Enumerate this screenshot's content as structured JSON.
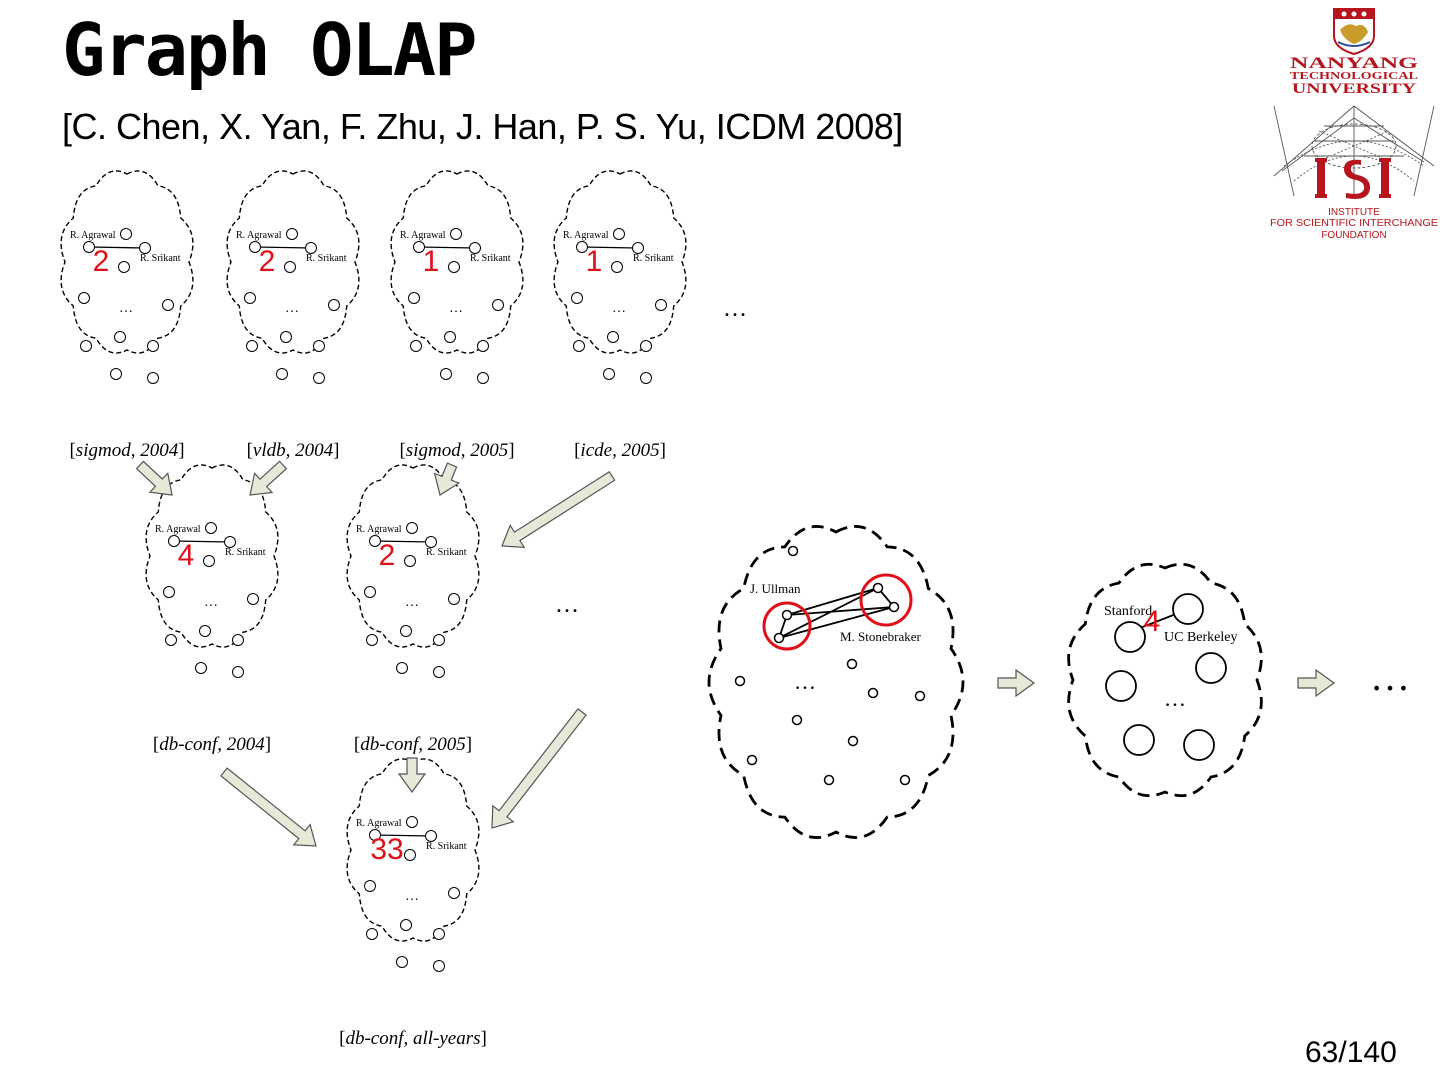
{
  "slide": {
    "title": "Graph OLAP",
    "subtitle": "[C. Chen, X. Yan, F. Zhu, J. Han, P. S. Yu, ICDM 2008]",
    "page": "63/140"
  },
  "logo": {
    "ntu_lines": [
      "NANYANG",
      "TECHNOLOGICAL",
      "UNIVERSITY"
    ],
    "isi_lines": [
      "INSTITUTE",
      "FOR SCIENTIFIC INTERCHANGE",
      "FOUNDATION"
    ],
    "brand_color": "#b5161e"
  },
  "diagram": {
    "author_a": "R. Agrawal",
    "author_b": "R. Srikant",
    "ellipsis": "…",
    "ellipsis_large": "…",
    "row1": [
      {
        "venue": "sigmod",
        "year": "2004",
        "count": "2"
      },
      {
        "venue": "vldb",
        "year": "2004",
        "count": "2"
      },
      {
        "venue": "sigmod",
        "year": "2005",
        "count": "1"
      },
      {
        "venue": "icde",
        "year": "2005",
        "count": "1"
      }
    ],
    "row2": [
      {
        "venue": "db-conf",
        "year": "2004",
        "count": "4"
      },
      {
        "venue": "db-conf",
        "year": "2005",
        "count": "2"
      }
    ],
    "row3": [
      {
        "venue": "db-conf",
        "year": "all-years",
        "count": "33"
      }
    ],
    "right": {
      "person_a": "J. Ullman",
      "person_b": "M. Stonebraker",
      "inst_a": "Stanford",
      "inst_b": "UC Berkeley",
      "count": "4"
    },
    "accent_color": "#e0101a",
    "arrow_fill": "#e6e8d8"
  }
}
